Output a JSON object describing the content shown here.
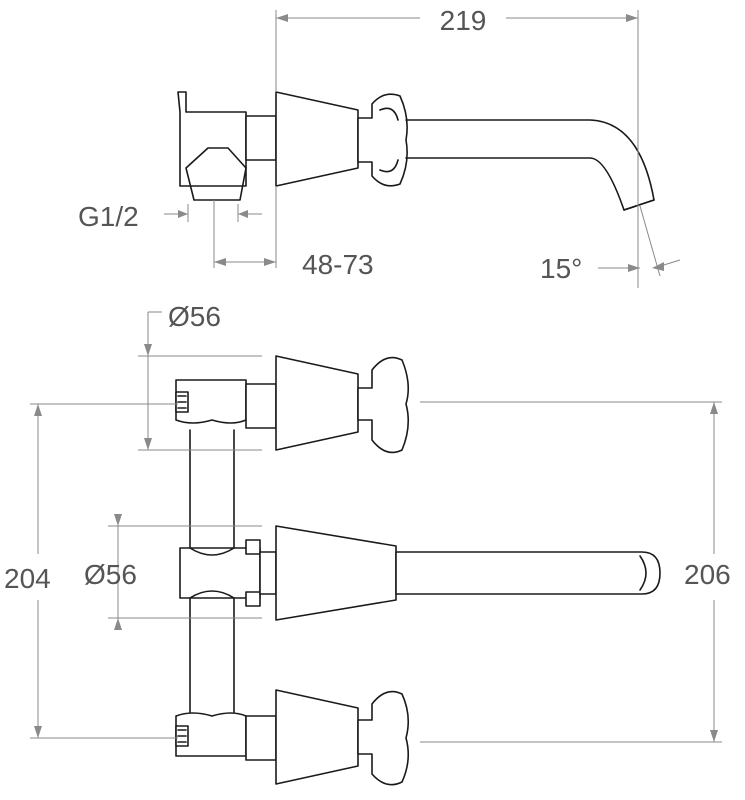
{
  "dimensions": {
    "top_length": "219",
    "thread": "G1/2",
    "wall_range": "48-73",
    "spout_angle": "15°",
    "top_diameter": "Ø56",
    "middle_diameter": "Ø56",
    "left_height": "204",
    "right_height": "206"
  }
}
